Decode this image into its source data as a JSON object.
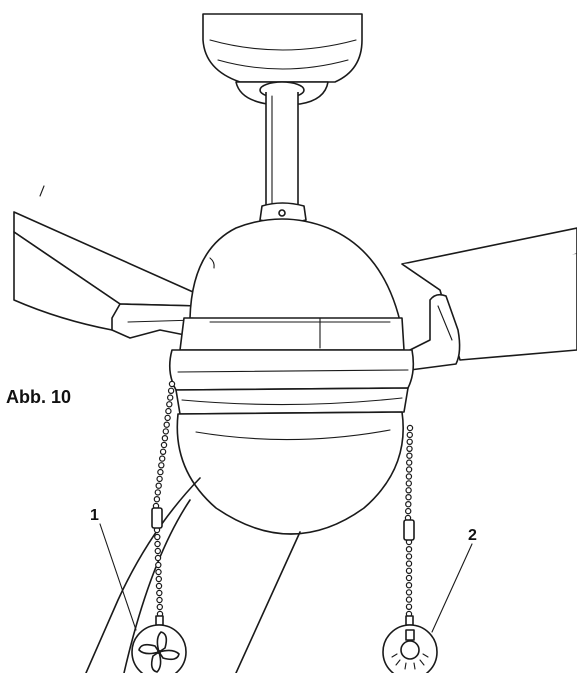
{
  "figure": {
    "label": "Abb. 10",
    "callouts": [
      {
        "number": "1",
        "icon": "fan-icon"
      },
      {
        "number": "2",
        "icon": "light-bulb-icon"
      }
    ],
    "line_color": "#1a1a1a",
    "background": "#ffffff"
  }
}
